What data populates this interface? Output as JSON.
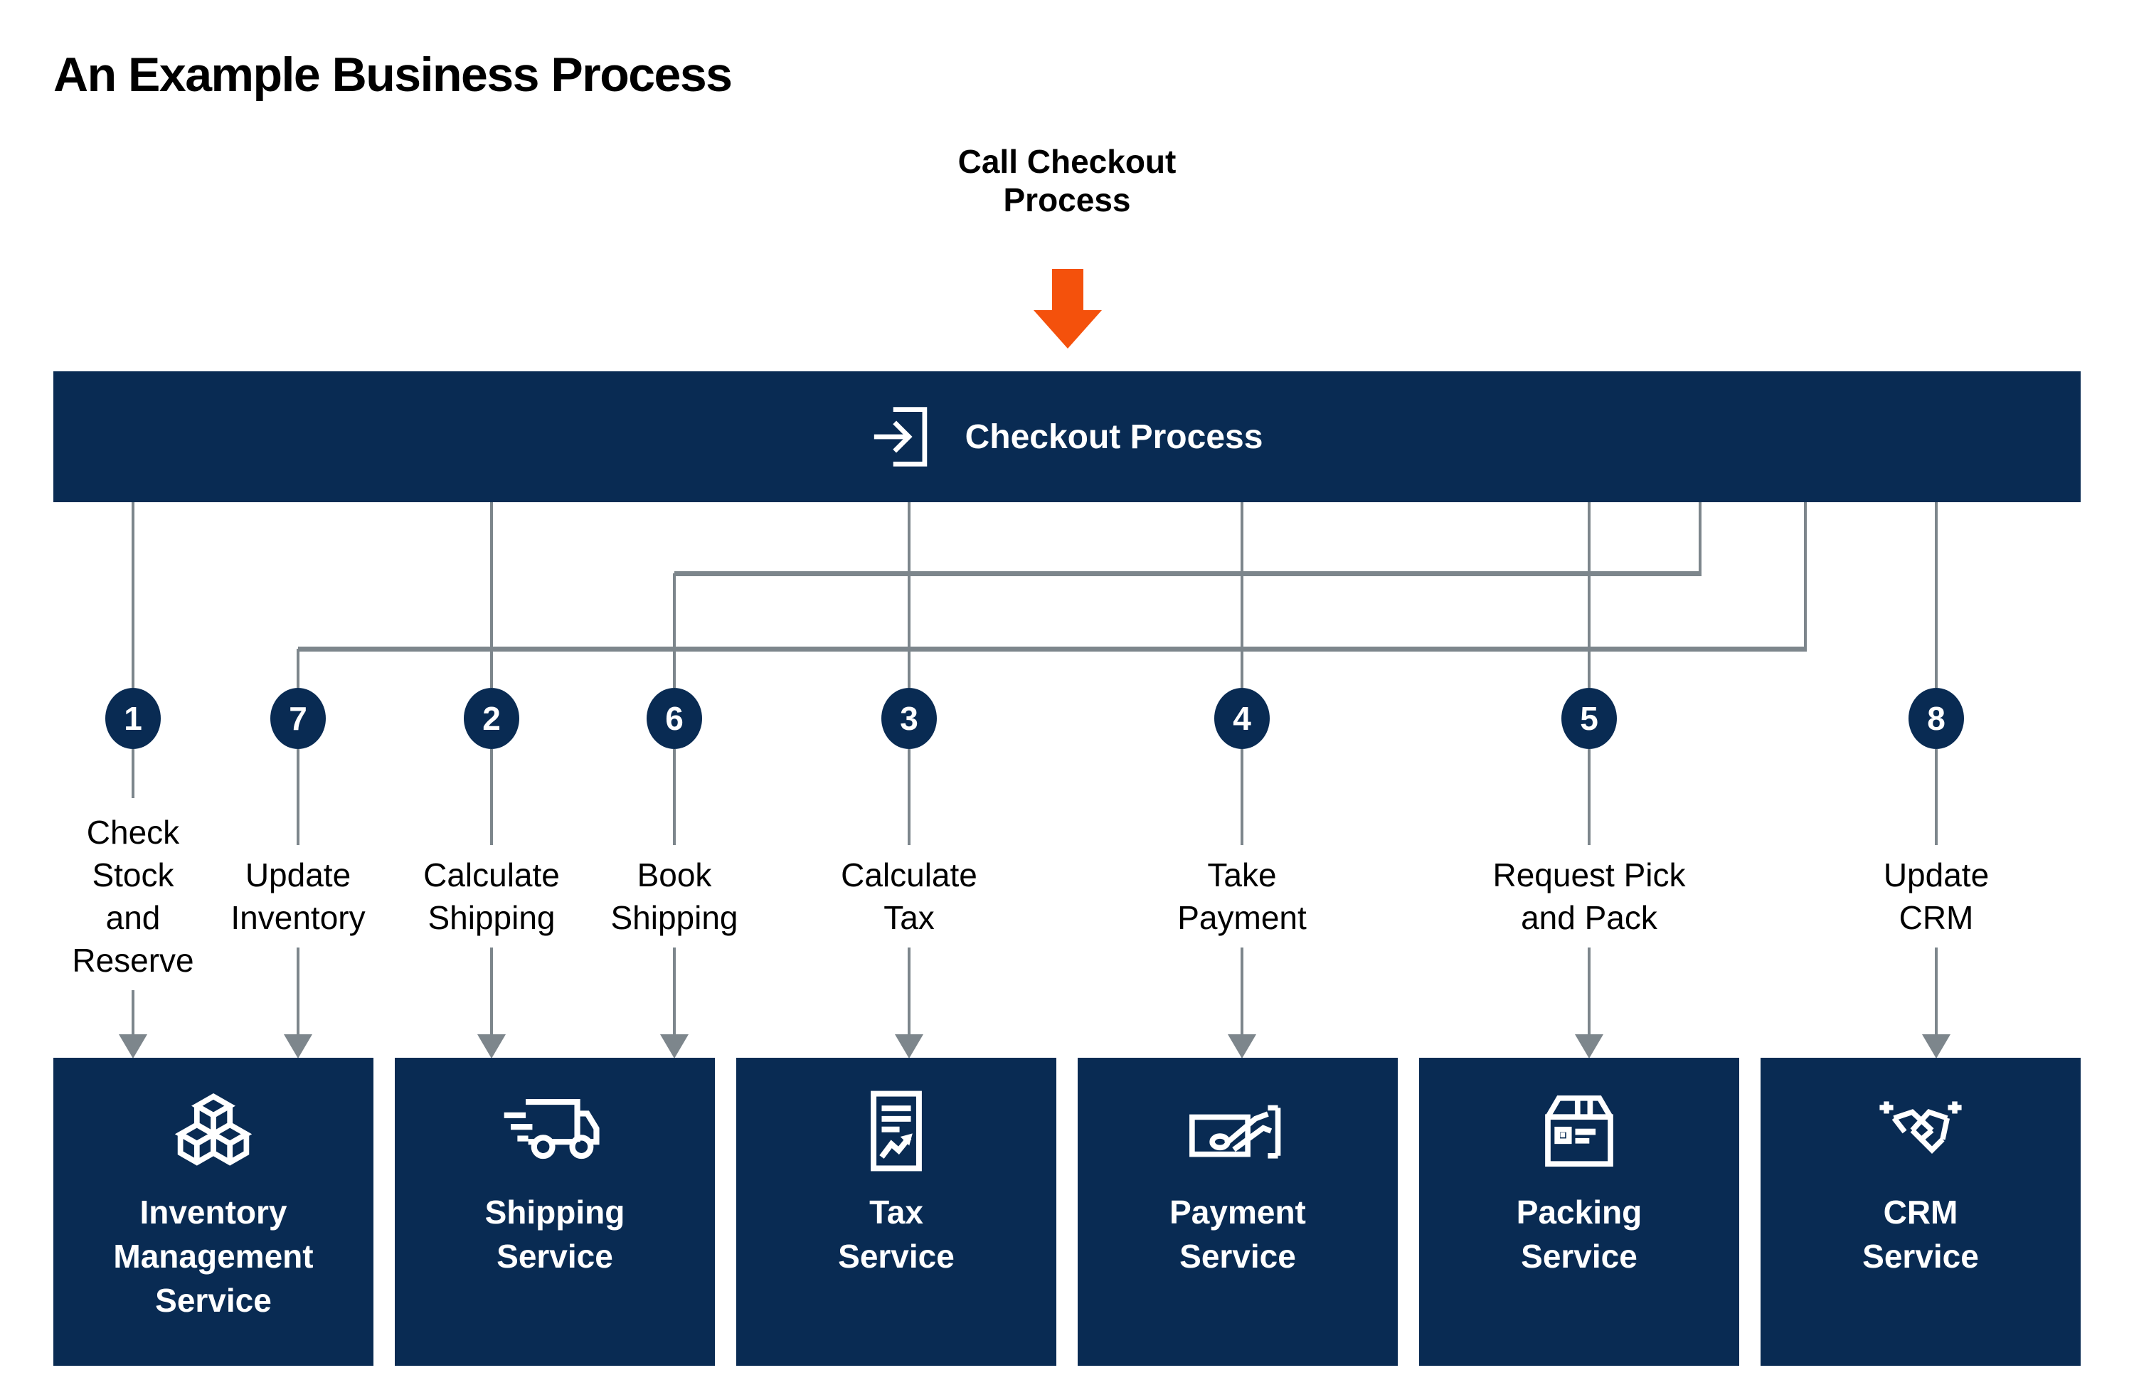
{
  "title": "An Example Business Process",
  "call_annotation": "Call Checkout\nProcess",
  "process_bar": {
    "label": "Checkout Process",
    "icon": "enter-icon"
  },
  "steps": [
    {
      "number": "1",
      "label": "Check\nStock\nand\nReserve"
    },
    {
      "number": "7",
      "label": "Update\nInventory"
    },
    {
      "number": "2",
      "label": "Calculate\nShipping"
    },
    {
      "number": "6",
      "label": "Book\nShipping"
    },
    {
      "number": "3",
      "label": "Calculate\nTax"
    },
    {
      "number": "4",
      "label": "Take\nPayment"
    },
    {
      "number": "5",
      "label": "Request Pick\nand Pack"
    },
    {
      "number": "8",
      "label": "Update\nCRM"
    }
  ],
  "services": [
    {
      "name": "Inventory\nManagement\nService",
      "icon": "cubes-icon"
    },
    {
      "name": "Shipping\nService",
      "icon": "truck-icon"
    },
    {
      "name": "Tax\nService",
      "icon": "receipt-icon"
    },
    {
      "name": "Payment\nService",
      "icon": "payment-icon"
    },
    {
      "name": "Packing\nService",
      "icon": "package-icon"
    },
    {
      "name": "CRM\nService",
      "icon": "handshake-icon"
    }
  ],
  "colors": {
    "navy": "#092B53",
    "orange": "#F4510C",
    "line_gray": "#7D868C",
    "text": "#000000",
    "white": "#FFFFFF"
  }
}
